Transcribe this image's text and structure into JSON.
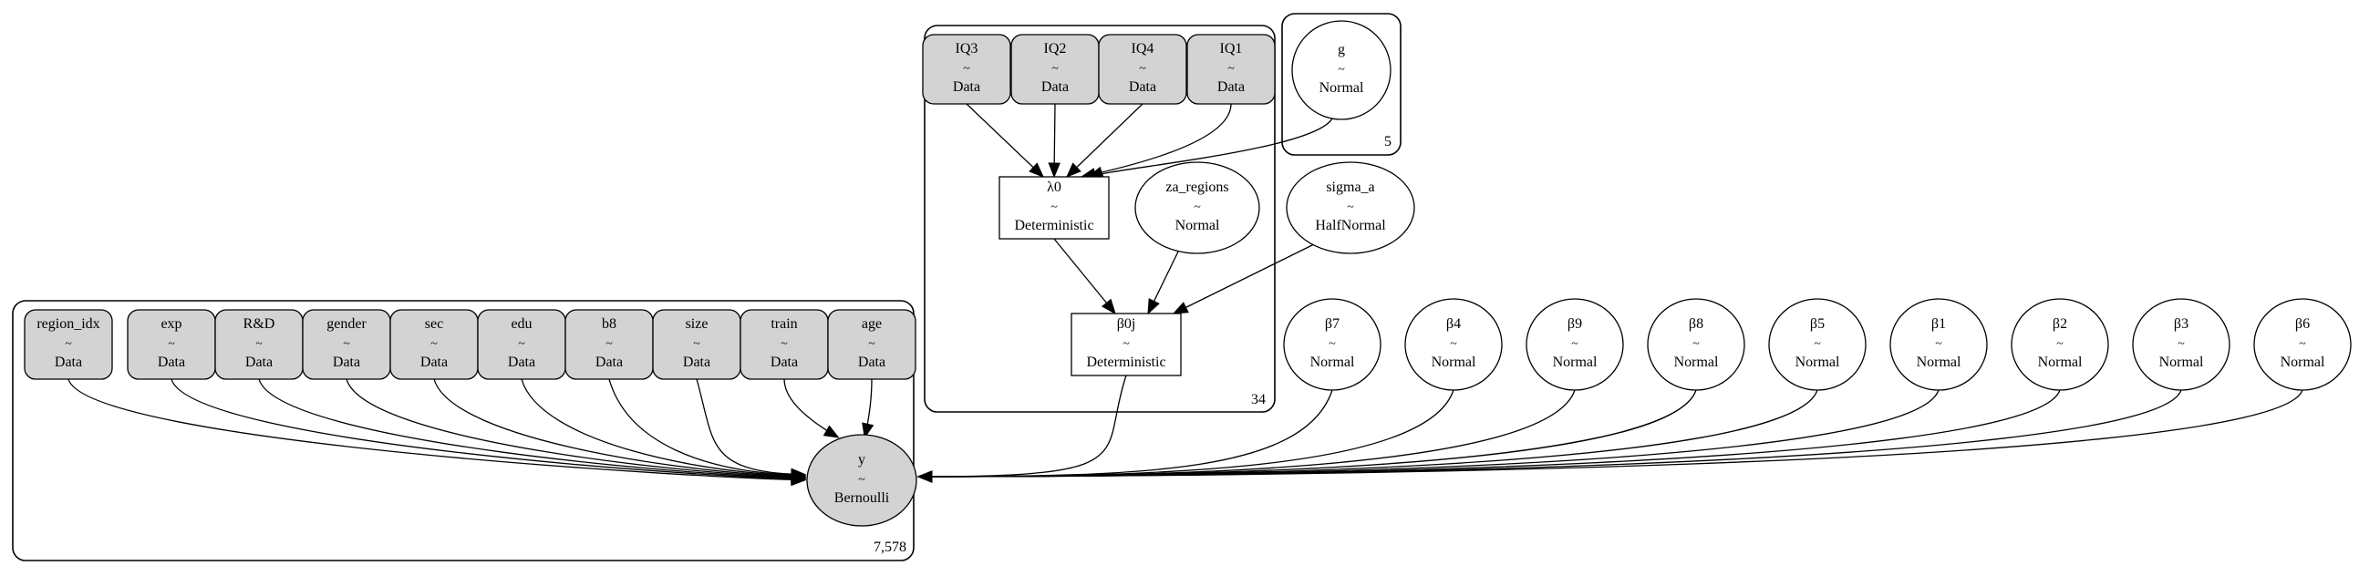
{
  "tilde": "~",
  "plates": [
    {
      "id": "plate_7578",
      "label": "7,578"
    },
    {
      "id": "plate_34",
      "label": "34"
    },
    {
      "id": "plate_5",
      "label": "5"
    }
  ],
  "nodes": [
    {
      "id": "region_idx",
      "name": "region_idx",
      "dist": "Data",
      "kind": "data"
    },
    {
      "id": "exp",
      "name": "exp",
      "dist": "Data",
      "kind": "data"
    },
    {
      "id": "RD",
      "name": "R&D",
      "dist": "Data",
      "kind": "data"
    },
    {
      "id": "gender",
      "name": "gender",
      "dist": "Data",
      "kind": "data"
    },
    {
      "id": "sec",
      "name": "sec",
      "dist": "Data",
      "kind": "data"
    },
    {
      "id": "edu",
      "name": "edu",
      "dist": "Data",
      "kind": "data"
    },
    {
      "id": "b8",
      "name": "b8",
      "dist": "Data",
      "kind": "data"
    },
    {
      "id": "size",
      "name": "size",
      "dist": "Data",
      "kind": "data"
    },
    {
      "id": "train",
      "name": "train",
      "dist": "Data",
      "kind": "data"
    },
    {
      "id": "age",
      "name": "age",
      "dist": "Data",
      "kind": "data"
    },
    {
      "id": "IQ3",
      "name": "IQ3",
      "dist": "Data",
      "kind": "data"
    },
    {
      "id": "IQ2",
      "name": "IQ2",
      "dist": "Data",
      "kind": "data"
    },
    {
      "id": "IQ4",
      "name": "IQ4",
      "dist": "Data",
      "kind": "data"
    },
    {
      "id": "IQ1",
      "name": "IQ1",
      "dist": "Data",
      "kind": "data"
    },
    {
      "id": "g",
      "name": "g",
      "dist": "Normal",
      "kind": "random"
    },
    {
      "id": "lambda0",
      "name": "λ0",
      "dist": "Deterministic",
      "kind": "deterministic"
    },
    {
      "id": "za_regions",
      "name": "za_regions",
      "dist": "Normal",
      "kind": "random"
    },
    {
      "id": "sigma_a",
      "name": "sigma_a",
      "dist": "HalfNormal",
      "kind": "random"
    },
    {
      "id": "beta0j",
      "name": "β0j",
      "dist": "Deterministic",
      "kind": "deterministic"
    },
    {
      "id": "b7",
      "name": "β7",
      "dist": "Normal",
      "kind": "random"
    },
    {
      "id": "b4",
      "name": "β4",
      "dist": "Normal",
      "kind": "random"
    },
    {
      "id": "b9",
      "name": "β9",
      "dist": "Normal",
      "kind": "random"
    },
    {
      "id": "b8coef",
      "name": "β8",
      "dist": "Normal",
      "kind": "random"
    },
    {
      "id": "b5",
      "name": "β5",
      "dist": "Normal",
      "kind": "random"
    },
    {
      "id": "b1",
      "name": "β1",
      "dist": "Normal",
      "kind": "random"
    },
    {
      "id": "b2",
      "name": "β2",
      "dist": "Normal",
      "kind": "random"
    },
    {
      "id": "b3",
      "name": "β3",
      "dist": "Normal",
      "kind": "random"
    },
    {
      "id": "b6",
      "name": "β6",
      "dist": "Normal",
      "kind": "random"
    },
    {
      "id": "y",
      "name": "y",
      "dist": "Bernoulli",
      "kind": "observed"
    }
  ],
  "edges": [
    [
      "IQ3",
      "lambda0"
    ],
    [
      "IQ2",
      "lambda0"
    ],
    [
      "IQ4",
      "lambda0"
    ],
    [
      "IQ1",
      "lambda0"
    ],
    [
      "g",
      "lambda0"
    ],
    [
      "lambda0",
      "beta0j"
    ],
    [
      "za_regions",
      "beta0j"
    ],
    [
      "sigma_a",
      "beta0j"
    ],
    [
      "beta0j",
      "y"
    ],
    [
      "region_idx",
      "y"
    ],
    [
      "exp",
      "y"
    ],
    [
      "RD",
      "y"
    ],
    [
      "gender",
      "y"
    ],
    [
      "sec",
      "y"
    ],
    [
      "edu",
      "y"
    ],
    [
      "b8",
      "y"
    ],
    [
      "size",
      "y"
    ],
    [
      "train",
      "y"
    ],
    [
      "age",
      "y"
    ],
    [
      "b7",
      "y"
    ],
    [
      "b4",
      "y"
    ],
    [
      "b9",
      "y"
    ],
    [
      "b8coef",
      "y"
    ],
    [
      "b5",
      "y"
    ],
    [
      "b1",
      "y"
    ],
    [
      "b2",
      "y"
    ],
    [
      "b3",
      "y"
    ],
    [
      "b6",
      "y"
    ]
  ]
}
